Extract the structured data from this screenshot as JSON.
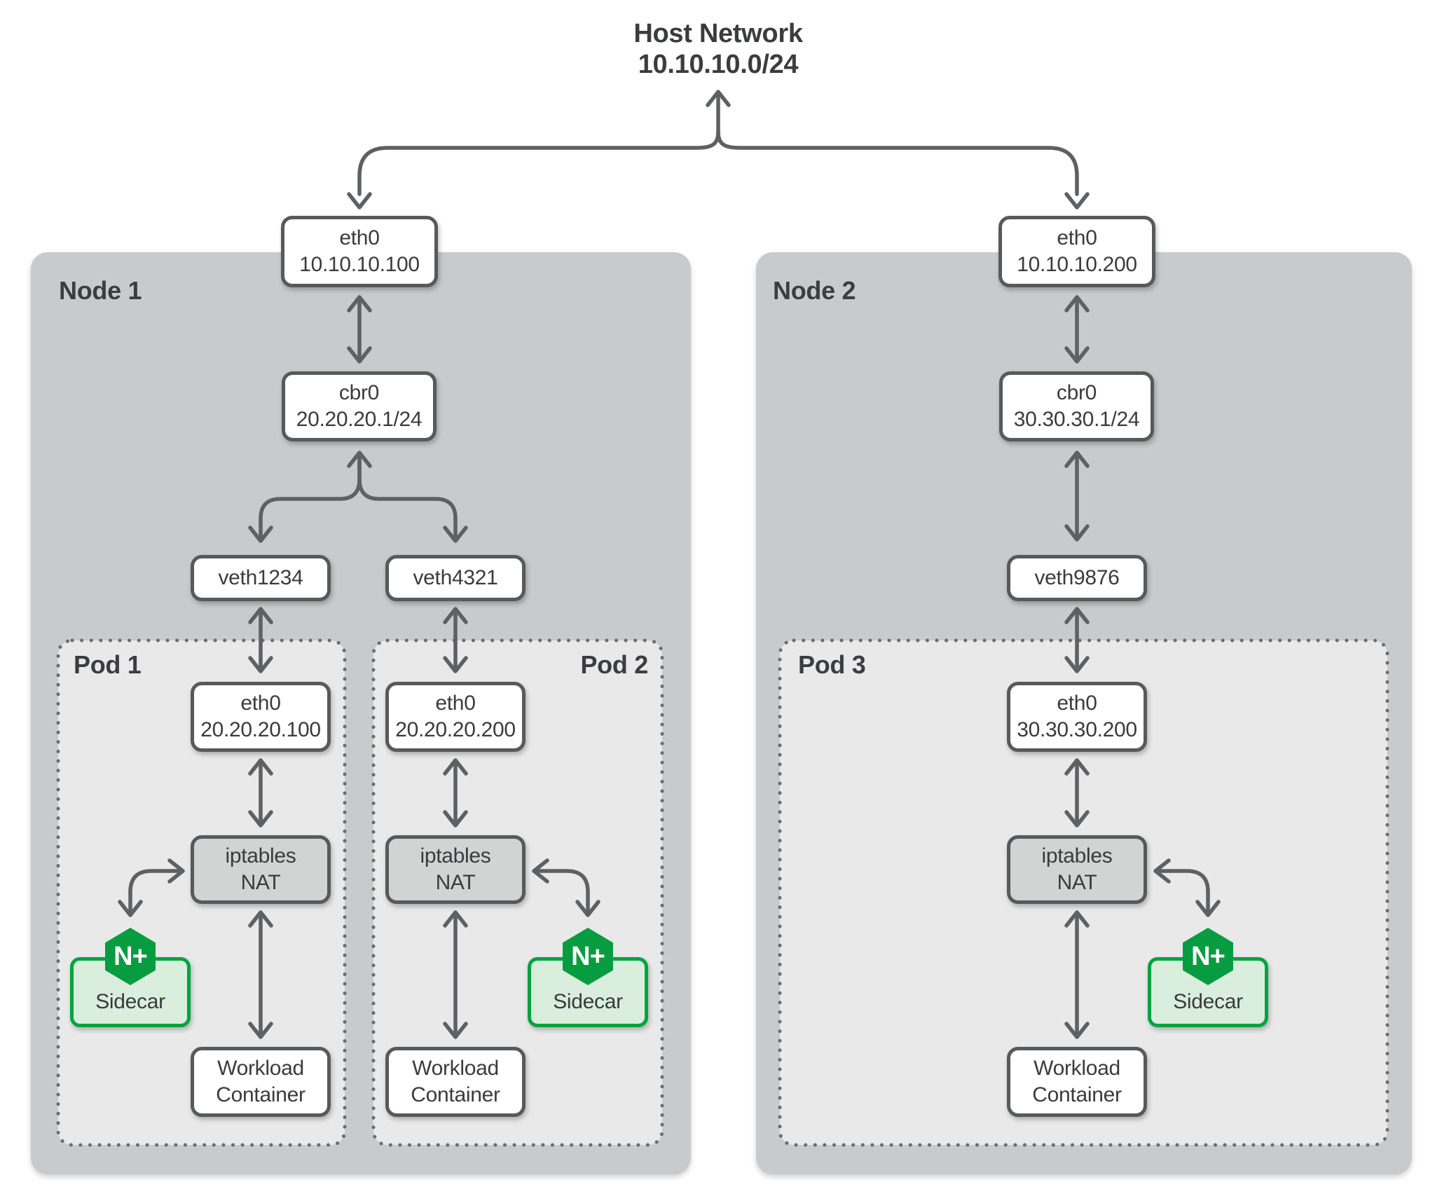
{
  "title": {
    "line1": "Host Network",
    "line2": "10.10.10.0/24"
  },
  "nodes": [
    {
      "label": "Node 1",
      "eth0": {
        "line1": "eth0",
        "line2": "10.10.10.100"
      },
      "cbr0": {
        "line1": "cbr0",
        "line2": "20.20.20.1/24"
      }
    },
    {
      "label": "Node 2",
      "eth0": {
        "line1": "eth0",
        "line2": "10.10.10.200"
      },
      "cbr0": {
        "line1": "cbr0",
        "line2": "30.30.30.1/24"
      }
    }
  ],
  "veths": [
    {
      "label": "veth1234"
    },
    {
      "label": "veth4321"
    },
    {
      "label": "veth9876"
    }
  ],
  "pods": [
    {
      "label": "Pod 1",
      "eth0": {
        "line1": "eth0",
        "line2": "20.20.20.100"
      },
      "nat": {
        "line1": "iptables",
        "line2": "NAT"
      },
      "sidecar": {
        "logo": "N+",
        "label": "Sidecar"
      },
      "workload": {
        "line1": "Workload",
        "line2": "Container"
      }
    },
    {
      "label": "Pod 2",
      "eth0": {
        "line1": "eth0",
        "line2": "20.20.20.200"
      },
      "nat": {
        "line1": "iptables",
        "line2": "NAT"
      },
      "sidecar": {
        "logo": "N+",
        "label": "Sidecar"
      },
      "workload": {
        "line1": "Workload",
        "line2": "Container"
      }
    },
    {
      "label": "Pod 3",
      "eth0": {
        "line1": "eth0",
        "line2": "30.30.30.200"
      },
      "nat": {
        "line1": "iptables",
        "line2": "NAT"
      },
      "sidecar": {
        "logo": "N+",
        "label": "Sidecar"
      },
      "workload": {
        "line1": "Workload",
        "line2": "Container"
      }
    }
  ],
  "colors": {
    "node_bg": "#c9cacb",
    "pod_bg": "#e9e9ea",
    "pod_dot_border": "#6b6c6e",
    "box_border": "#58595b",
    "nat_bg": "#d2d3d3",
    "arrow": "#5f6062",
    "nginx_green": "#089c40",
    "sidecar_border": "#00a33f",
    "sidecar_bg": "#daeede",
    "text": "#3a3b3d"
  }
}
